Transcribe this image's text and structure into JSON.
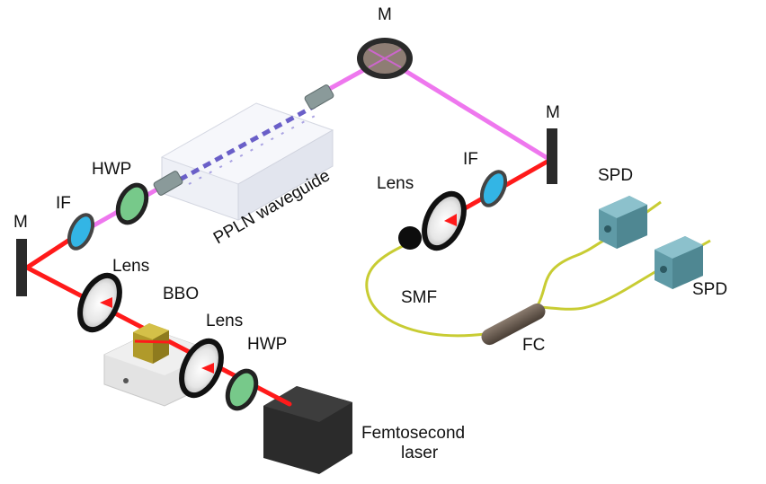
{
  "labels": {
    "m_top": "M",
    "m_right": "M",
    "m_left": "M",
    "if_left": "IF",
    "hwp_top": "HWP",
    "ppln": "PPLN waveguide",
    "lens_right": "Lens",
    "if_right": "IF",
    "spd_top": "SPD",
    "spd_bottom": "SPD",
    "smf": "SMF",
    "fc": "FC",
    "lens_left_top": "Lens",
    "bbo": "BBO",
    "lens_left_bottom": "Lens",
    "hwp_bottom": "HWP",
    "laser_line1": "Femtosecond",
    "laser_line2": "laser"
  },
  "colors": {
    "red_beam": "#ff1a1a",
    "pink_beam": "#ee77ee",
    "fiber": "#c8cc33",
    "filter_blue": "#33b5e5",
    "waveplate_green": "#77c98a",
    "spd_body": "#5f9aa6",
    "laser_body": "#2b2b2b"
  }
}
